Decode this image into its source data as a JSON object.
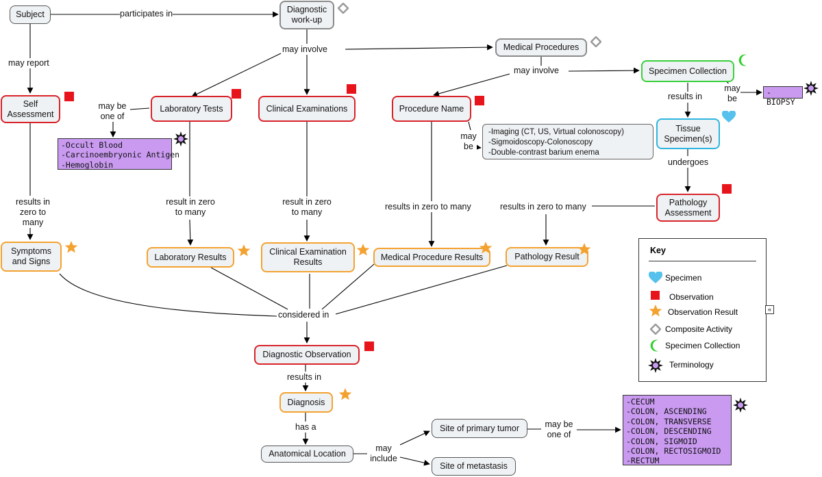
{
  "nodes": {
    "subject": "Subject",
    "diagnostic_workup": "Diagnostic work-up",
    "medical_procedures": "Medical Procedures",
    "specimen_collection": "Specimen Collection",
    "self_assessment": "Self Assessment",
    "laboratory_tests": "Laboratory Tests",
    "clinical_examinations": "Clinical Examinations",
    "procedure_name": "Procedure Name",
    "tissue_specimens": "Tissue Specimen(s)",
    "pathology_assessment": "Pathology Assessment",
    "symptoms_signs": "Symptoms and Signs",
    "laboratory_results": "Laboratory Results",
    "clinical_exam_results": "Clinical Examination Results",
    "medical_procedure_results": "Medical Procedure Results",
    "pathology_result": "Pathology Result",
    "diagnostic_observation": "Diagnostic Observation",
    "diagnosis": "Diagnosis",
    "anatomical_location": "Anatomical Location",
    "site_primary_tumor": "Site of primary tumor",
    "site_metastasis": "Site of metastasis"
  },
  "lists": {
    "lab_terms": [
      "-Occult Blood",
      "-Carcinoembryonic Antigen",
      "-Hemoglobin"
    ],
    "procedure_options": [
      "-Imaging  (CT, US, Virtual colonoscopy)",
      "-Sigmoidoscopy-Colonoscopy",
      "-Double-contrast barium enema"
    ],
    "biopsy": "-BIOPSY",
    "sites": [
      "-CECUM",
      "-COLON, ASCENDING",
      "-COLON, TRANSVERSE",
      "-COLON, DESCENDING",
      "-COLON, SIGMOID",
      "-COLON, RECTOSIGMOID",
      "-RECTUM"
    ]
  },
  "links": {
    "participates_in": "participates in",
    "may_report": "may report",
    "may_involve_1": "may involve",
    "may_involve_2": "may involve",
    "may_be_one_of_1": "may be one of",
    "results_in_1": "results in",
    "may_be_1": "may be",
    "may_be_2": "may be",
    "undergoes": "undergoes",
    "results_zero_many_1": "results in zero to many",
    "result_zero_many_2": "result in zero to many",
    "result_zero_many_3": "result in zero to many",
    "results_zero_many_4": "results in zero to many",
    "results_zero_many_5": "results in zero to many",
    "considered_in": "considered in",
    "results_in_2": "results in",
    "has_a": "has a",
    "may_include": "may include",
    "may_be_one_of_2": "may be one of"
  },
  "key": {
    "title": "Key",
    "items": [
      "Specimen",
      "Observation",
      "Observation Result",
      "Composite Activity",
      "Specimen Collection",
      "Terminology"
    ]
  },
  "colors": {
    "observation": "#e8141c",
    "observation_result": "#f3a230",
    "specimen": "#55c1ec",
    "composite": "#9a9a9a",
    "specimen_collection": "#33d12f",
    "terminology": "#c99af0"
  }
}
